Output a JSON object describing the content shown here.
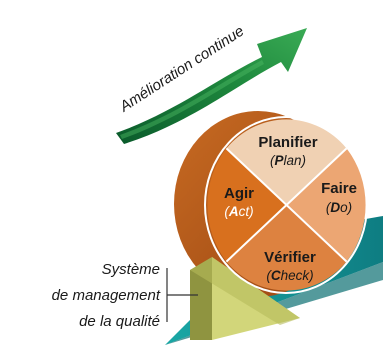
{
  "arrow": {
    "label": "Amélioration continue",
    "color_dark": "#0b5e2e",
    "color_light": "#2e9b4a"
  },
  "wheel": {
    "quadrants": {
      "plan": {
        "title": "Planifier",
        "sub_bold": "P",
        "sub_rest": "lan",
        "color": "#f0d1b3"
      },
      "do": {
        "title": "Faire",
        "sub_bold": "D",
        "sub_rest": "o",
        "color": "#eca673"
      },
      "check": {
        "title": "Vérifier",
        "sub_bold": "C",
        "sub_rest": "heck",
        "color": "#dd8240"
      },
      "act": {
        "title": "Agir",
        "sub_bold": "A",
        "sub_rest": "ct",
        "color": "#d8701e"
      }
    },
    "rim_color": "#b9591a"
  },
  "wedge": {
    "line1": "Système",
    "line2": "de management",
    "line3": "de la qualité",
    "color": "#d0d47a"
  },
  "slope": {
    "color": "#1aa3a3"
  }
}
